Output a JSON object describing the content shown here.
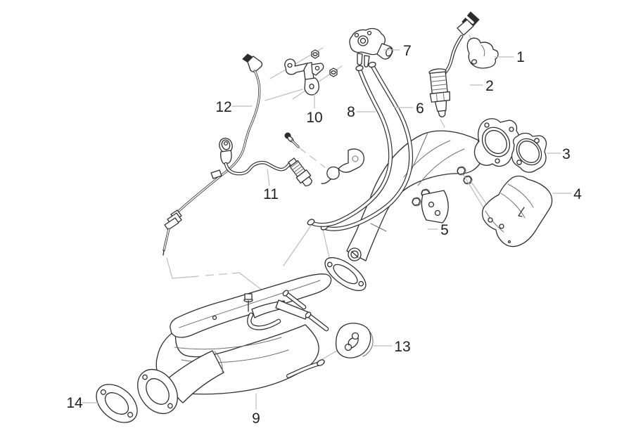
{
  "diagram": {
    "background_color": "#ffffff",
    "line_color": "#2f2f2f",
    "leader_color": "#bcbcbc",
    "label_color": "#1f1f28"
  },
  "callouts": [
    {
      "number": "1"
    },
    {
      "number": "2"
    },
    {
      "number": "3"
    },
    {
      "number": "4"
    },
    {
      "number": "5"
    },
    {
      "number": "6"
    },
    {
      "number": "7"
    },
    {
      "number": "8"
    },
    {
      "number": "9"
    },
    {
      "number": "10"
    },
    {
      "number": "11"
    },
    {
      "number": "12"
    },
    {
      "number": "13"
    },
    {
      "number": "14"
    }
  ]
}
